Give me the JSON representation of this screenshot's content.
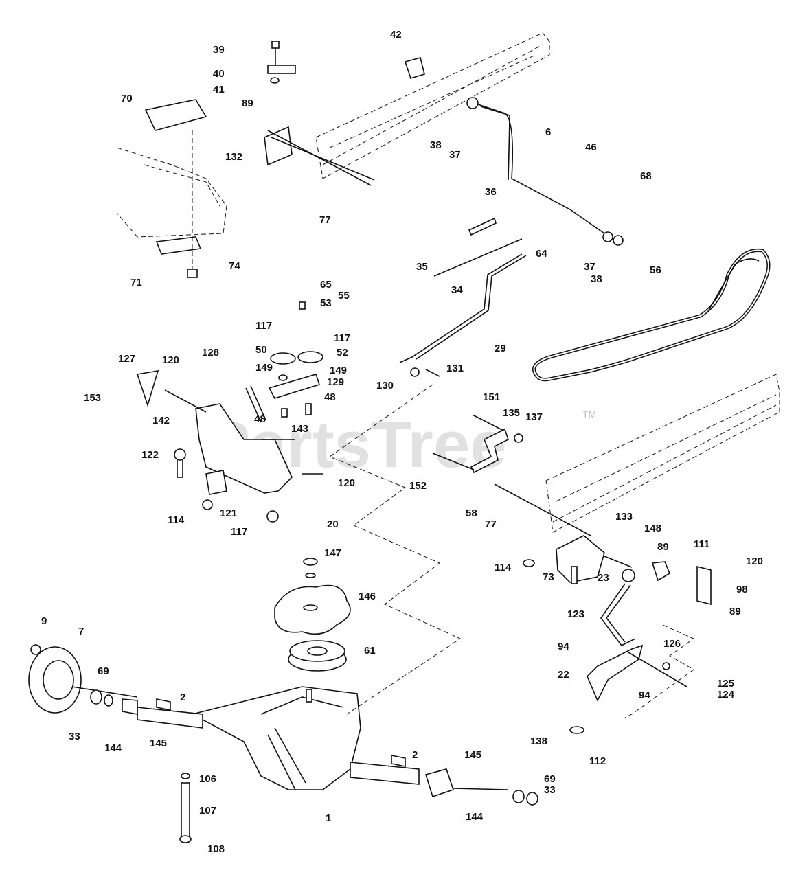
{
  "watermark": {
    "text": "PartsTree",
    "trademark": "TM"
  },
  "callouts": [
    {
      "n": "39"
    },
    {
      "n": "40"
    },
    {
      "n": "41"
    },
    {
      "n": "42"
    },
    {
      "n": "70"
    },
    {
      "n": "89"
    },
    {
      "n": "132"
    },
    {
      "n": "77"
    },
    {
      "n": "38"
    },
    {
      "n": "37"
    },
    {
      "n": "6"
    },
    {
      "n": "46"
    },
    {
      "n": "68"
    },
    {
      "n": "36"
    },
    {
      "n": "64"
    },
    {
      "n": "37"
    },
    {
      "n": "38"
    },
    {
      "n": "56"
    },
    {
      "n": "71"
    },
    {
      "n": "74"
    },
    {
      "n": "35"
    },
    {
      "n": "34"
    },
    {
      "n": "29"
    },
    {
      "n": "65"
    },
    {
      "n": "53"
    },
    {
      "n": "55"
    },
    {
      "n": "117"
    },
    {
      "n": "117"
    },
    {
      "n": "50"
    },
    {
      "n": "52"
    },
    {
      "n": "127"
    },
    {
      "n": "120"
    },
    {
      "n": "128"
    },
    {
      "n": "149"
    },
    {
      "n": "149"
    },
    {
      "n": "129"
    },
    {
      "n": "130"
    },
    {
      "n": "131"
    },
    {
      "n": "153"
    },
    {
      "n": "48"
    },
    {
      "n": "48"
    },
    {
      "n": "142"
    },
    {
      "n": "143"
    },
    {
      "n": "151"
    },
    {
      "n": "135"
    },
    {
      "n": "137"
    },
    {
      "n": "122"
    },
    {
      "n": "120"
    },
    {
      "n": "152"
    },
    {
      "n": "114"
    },
    {
      "n": "121"
    },
    {
      "n": "117"
    },
    {
      "n": "58"
    },
    {
      "n": "77"
    },
    {
      "n": "133"
    },
    {
      "n": "148"
    },
    {
      "n": "20"
    },
    {
      "n": "147"
    },
    {
      "n": "89"
    },
    {
      "n": "111"
    },
    {
      "n": "114"
    },
    {
      "n": "73"
    },
    {
      "n": "120"
    },
    {
      "n": "23"
    },
    {
      "n": "98"
    },
    {
      "n": "146"
    },
    {
      "n": "89"
    },
    {
      "n": "123"
    },
    {
      "n": "9"
    },
    {
      "n": "7"
    },
    {
      "n": "61"
    },
    {
      "n": "94"
    },
    {
      "n": "126"
    },
    {
      "n": "69"
    },
    {
      "n": "2"
    },
    {
      "n": "22"
    },
    {
      "n": "94"
    },
    {
      "n": "125"
    },
    {
      "n": "124"
    },
    {
      "n": "33"
    },
    {
      "n": "144"
    },
    {
      "n": "145"
    },
    {
      "n": "138"
    },
    {
      "n": "112"
    },
    {
      "n": "2"
    },
    {
      "n": "145"
    },
    {
      "n": "106"
    },
    {
      "n": "69"
    },
    {
      "n": "33"
    },
    {
      "n": "107"
    },
    {
      "n": "1"
    },
    {
      "n": "144"
    },
    {
      "n": "108"
    }
  ]
}
